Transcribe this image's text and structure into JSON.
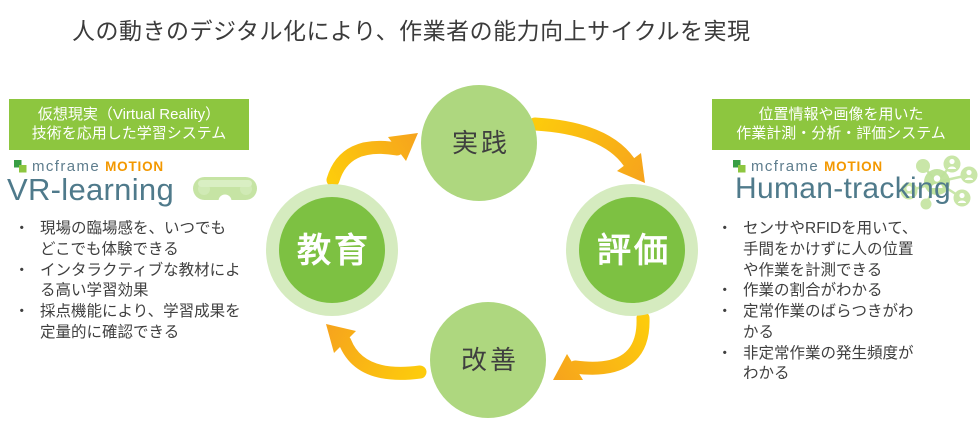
{
  "title": "人の動きのデジタル化により、作業者の能力向上サイクルを実現",
  "bullet_char": "・",
  "left_panel": {
    "header_lines": [
      "仮想現実（Virtual Reality）",
      "技術を応用した学習システム"
    ],
    "brand": "mcframe",
    "brand_suffix": "MOTION",
    "product_name": "VR-learning",
    "bullets": [
      "現場の臨場感を、いつでもどこでも体験できる",
      "インタラクティブな教材による高い学習効果",
      "採点機能により、学習成果を定量的に確認できる"
    ]
  },
  "right_panel": {
    "header_lines": [
      "位置情報や画像を用いた",
      "作業計測・分析・評価システム"
    ],
    "brand": "mcframe",
    "brand_suffix": "MOTION",
    "product_name": "Human-tracking",
    "bullets": [
      "センサやRFIDを用いて、手間をかけずに人の位置や作業を計測できる",
      "作業の割合がわかる",
      "定常作業のばらつきがわかる",
      "非定常作業の発生頻度がわかる"
    ]
  },
  "cycle": {
    "nodes": [
      {
        "position": "top",
        "label": "実践"
      },
      {
        "position": "right",
        "label": "評価"
      },
      {
        "position": "bottom",
        "label": "改善"
      },
      {
        "position": "left",
        "label": "教育"
      }
    ]
  },
  "icons": {
    "brand_mark": "two-green-squares",
    "vr_goggles": "vr-goggles-shape",
    "human_network": "people-network-shape"
  },
  "colors": {
    "header_green": "#8dc63f",
    "node_green_dark": "#7dc142",
    "node_green_light": "#aed77f",
    "node_ring_green": "#d5ebbf",
    "arrow_yellow": "#fdcb0c",
    "arrow_orange": "#f6a31d",
    "brand_gray": "#5e7d8d",
    "brand_orange": "#f39800",
    "product_slate": "#4f7a8b",
    "text_dark": "#3f3f3f"
  }
}
